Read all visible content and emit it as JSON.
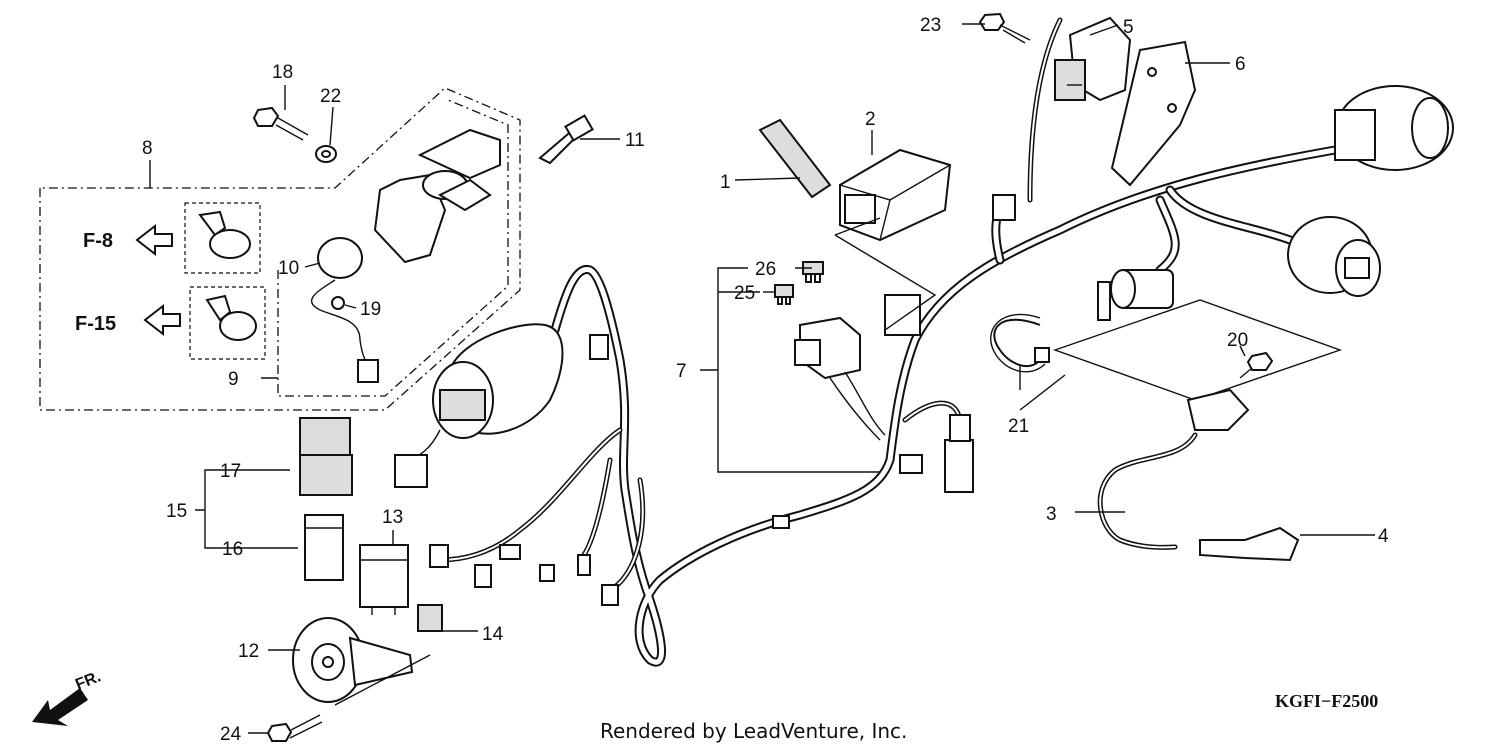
{
  "diagram": {
    "code": "KGFI−F2500",
    "credit": "Rendered by LeadVenture, Inc.",
    "front_marker": "FR.",
    "refs": {
      "f8": "F-8",
      "f15": "F-15"
    },
    "callouts": [
      "1",
      "2",
      "3",
      "4",
      "5",
      "6",
      "7",
      "8",
      "9",
      "10",
      "11",
      "12",
      "13",
      "14",
      "15",
      "16",
      "17",
      "18",
      "19",
      "20",
      "21",
      "22",
      "23",
      "24",
      "25",
      "26"
    ]
  }
}
